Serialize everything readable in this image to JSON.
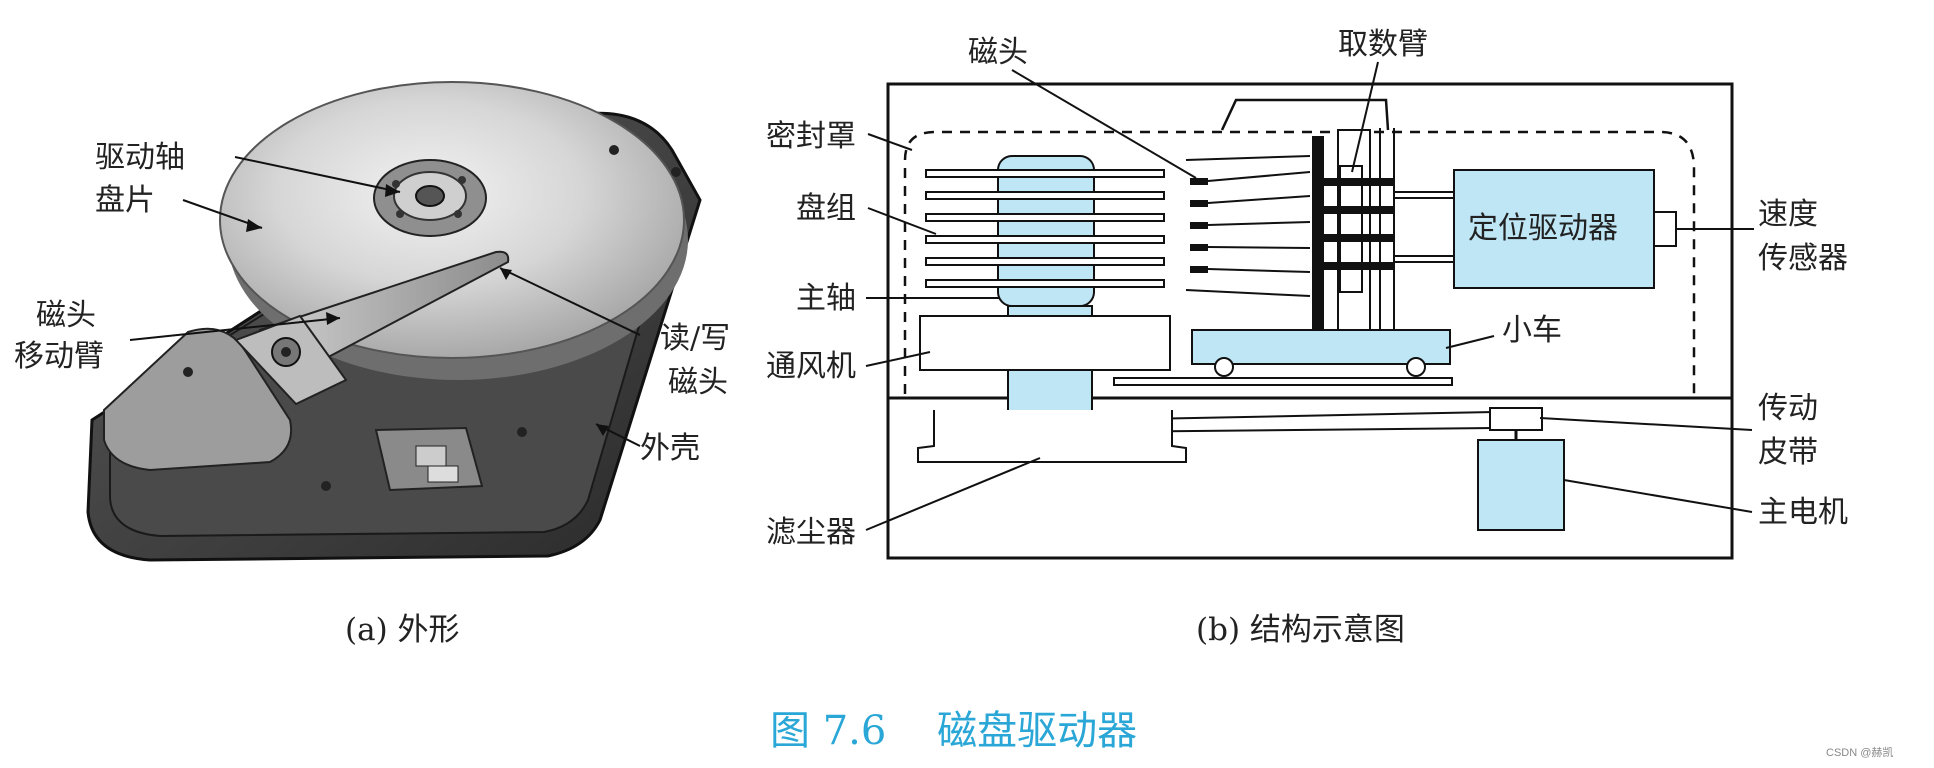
{
  "left_panel": {
    "labels": {
      "drive_shaft": "驱动轴",
      "platter": "盘片",
      "head_arm_1": "磁头",
      "head_arm_2": "移动臂",
      "rw_head_1": "读/写",
      "rw_head_2": "磁头",
      "case": "外壳"
    },
    "caption": "(a) 外形"
  },
  "right_panel": {
    "labels": {
      "head": "磁头",
      "access_arm": "取数臂",
      "seal_cover": "密封罩",
      "disk_pack": "盘组",
      "spindle": "主轴",
      "fan": "通风机",
      "filter": "滤尘器",
      "positioner": "定位驱动器",
      "speed_sensor_1": "速度",
      "speed_sensor_2": "传感器",
      "carriage": "小车",
      "belt_1": "传动",
      "belt_2": "皮带",
      "motor": "主电机"
    },
    "caption": "(b) 结构示意图"
  },
  "figure_title": "图 7.6    磁盘驱动器",
  "watermark": "CSDN @赫凯",
  "colors": {
    "light_blue": "#bfe6f5",
    "caption_blue": "#2aa7d6"
  }
}
